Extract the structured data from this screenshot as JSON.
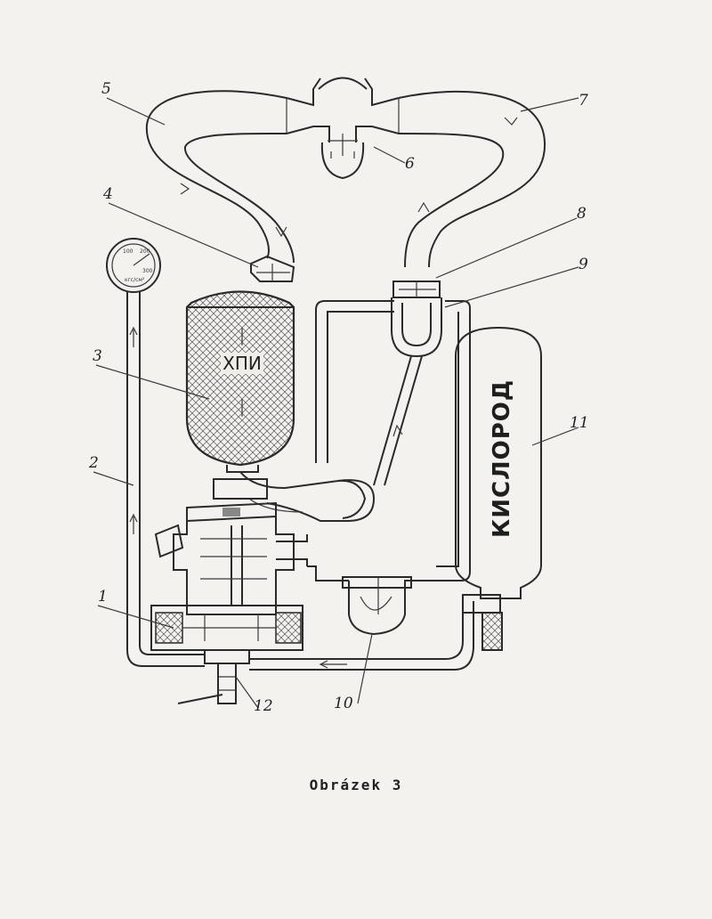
{
  "figure": {
    "caption": "Obrázek  3",
    "labels": {
      "absorber": "ХПИ",
      "cylinder": "КИСЛОРОД",
      "gauge_unit": "кгс/см²",
      "gauge_scale": [
        "100",
        "200",
        "300"
      ]
    },
    "callouts": [
      "1",
      "2",
      "3",
      "4",
      "5",
      "6",
      "7",
      "8",
      "9",
      "10",
      "11",
      "12"
    ]
  }
}
